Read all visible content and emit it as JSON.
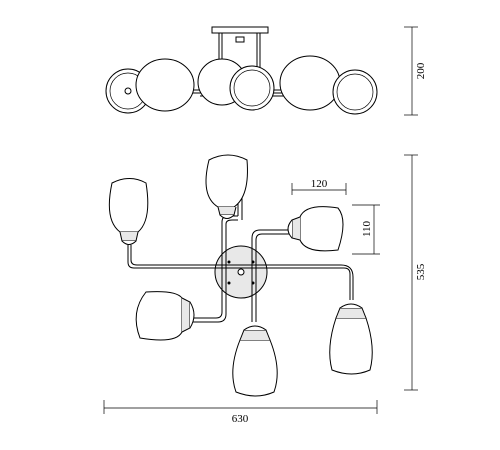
{
  "dimensions": {
    "height_side_view": "200",
    "total_height": "535",
    "total_width": "630",
    "shade_width": "120",
    "shade_height": "110"
  }
}
